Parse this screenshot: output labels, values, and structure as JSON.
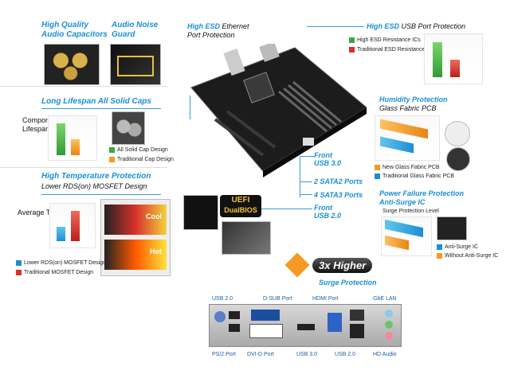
{
  "features": {
    "audio_caps": {
      "l1": "High Quality",
      "l2": "Audio Capacitors"
    },
    "audio_noise": {
      "l1": "Audio Noise",
      "l2": "Guard"
    },
    "esd_ethernet": {
      "l1a": "High ESD",
      "l1b": " Ethernet",
      "l2": "Port Protection"
    },
    "esd_usb": {
      "l1a": "High ESD",
      "l1b": " USB Port Protection",
      "legend1": "High ESD Resistance ICs",
      "legend2": "Traditional ESD Resistance ICs"
    },
    "solid_caps": {
      "title": "Long Lifespan All Solid Caps",
      "axis": "Component",
      "axis2": "Lifespan",
      "legend1": "All Solid Cap Design",
      "legend2": "Traditional Cap Design"
    },
    "humidity": {
      "l1": "Humidity Protection",
      "l2": "Glass Fabric PCB",
      "legend1": "New Glass Fabric PCB",
      "legend2": "Traditional Glass Fabric PCB"
    },
    "high_temp": {
      "l1": "High Temperature Protection",
      "l2": "Lower RDS(on) MOSFET Design",
      "axis": "Average Temp",
      "legend1": "Lower RDS(on) MOSFET Design",
      "legend2": "Traditional MOSFET Design",
      "thumb1": "Cool",
      "thumb2": "Hot"
    },
    "power_failure": {
      "l1": "Power Failure Protection",
      "l2": "Anti-Surge IC",
      "axis": "Surge Protection Level",
      "legend1": "Anti-Surge IC",
      "legend2": "Without Anti-Surge IC"
    },
    "front_usb3": {
      "l1": "Front",
      "l2": "USB 3.0"
    },
    "sata2": "2 SATA2 Ports",
    "sata3": "4 SATA3 Ports",
    "front_usb2": {
      "l1": "Front",
      "l2": "USB 2.0"
    },
    "uefi": {
      "l1": "UEFI",
      "l2": "DualBIOS"
    },
    "surge": {
      "badge": "3x Higher",
      "label": "Surge Protection"
    }
  },
  "io_ports": {
    "usb2_top": "USB 2.0",
    "dsub": "D-SUB Port",
    "hdmi": "HDMI Port",
    "gbe": "GbE LAN",
    "ps2": "PS/2 Port",
    "dvid": "DVI-D Port",
    "usb3": "USB 3.0",
    "usb2_bottom": "USB 2.0",
    "hd_audio": "HD Audio"
  },
  "colors": {
    "accent": "#1a8fd6",
    "green": "#3aa845",
    "red": "#d9312b",
    "orange": "#f59a23",
    "teal": "#2eb5d8"
  }
}
